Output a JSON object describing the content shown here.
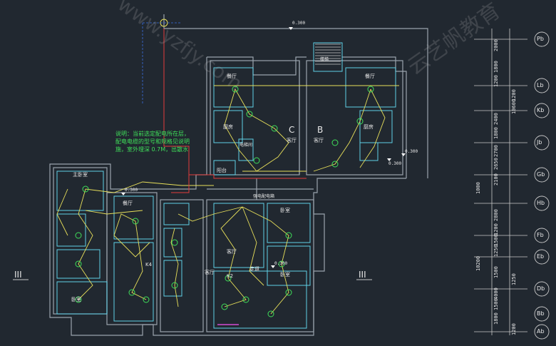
{
  "drawing": {
    "note_lines": [
      "说明：当前选定配电所在层，",
      "配电电缆的型号和规格见说明",
      "施，室外埋深 0.7M，出散水"
    ],
    "apartment_labels": [
      "C",
      "B"
    ],
    "wing_labels_left": "III",
    "wing_labels_right": "III",
    "room_labels": {
      "dining_left_top": "餐厅",
      "dining_right_top": "餐厅",
      "kitchen_left": "厨房",
      "kitchen_right": "厨房",
      "living_c": "客厅",
      "living_b": "客厅",
      "balcony": "阳台",
      "elevator_hall": "电梯间",
      "master_bedroom": "主卧室",
      "dining_mid": "餐厅",
      "bedroom_left": "卧室",
      "bedroom_right_top": "卧室",
      "bedroom_right_bottom": "卧室",
      "living_mid": "客厅",
      "living_mid2": "客厅",
      "corridor": "走道",
      "storage_panel": "强电配电箱",
      "stair": "楼梯",
      "k4": "K4",
      "k2": "K2"
    },
    "elevation_marks": [
      "0.300",
      "0.300",
      "0.300",
      "0.300",
      "0.300"
    ],
    "axis_labels": [
      "Pb",
      "Lb",
      "Kb",
      "Jb",
      "Gb",
      "Hb",
      "Fb",
      "Eb",
      "Db",
      "Bb",
      "Ab"
    ],
    "dimension_labels": [
      "2000",
      "1800",
      "1200",
      "1200",
      "10600",
      "2400",
      "1800",
      "2700",
      "2650",
      "2100",
      "1000",
      "2800",
      "1200",
      "1500",
      "1250",
      "10200",
      "1500",
      "1250",
      "4000",
      "1500",
      "1800",
      "1200"
    ],
    "watermark": "www.yzfjy.com",
    "watermark_cn": "云艺帆教育"
  }
}
